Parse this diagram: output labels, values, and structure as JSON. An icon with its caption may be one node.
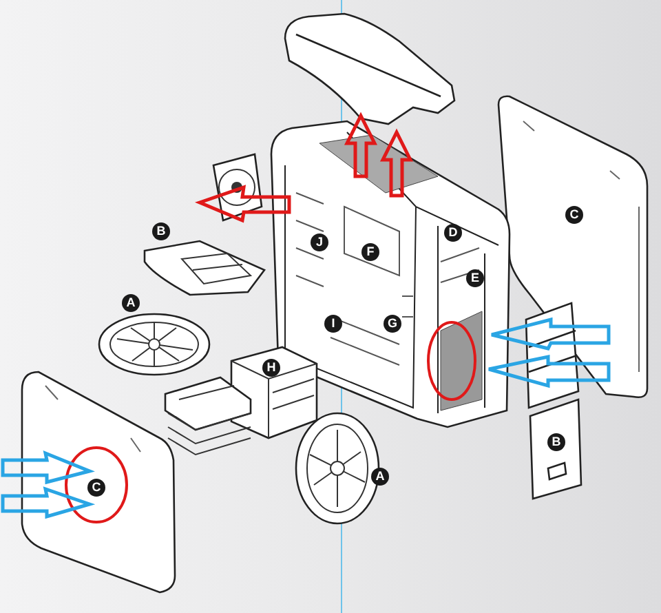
{
  "diagram": {
    "labels": [
      "C",
      "B",
      "D",
      "J",
      "F",
      "E",
      "A",
      "I",
      "G",
      "H",
      "B",
      "A",
      "C"
    ]
  }
}
